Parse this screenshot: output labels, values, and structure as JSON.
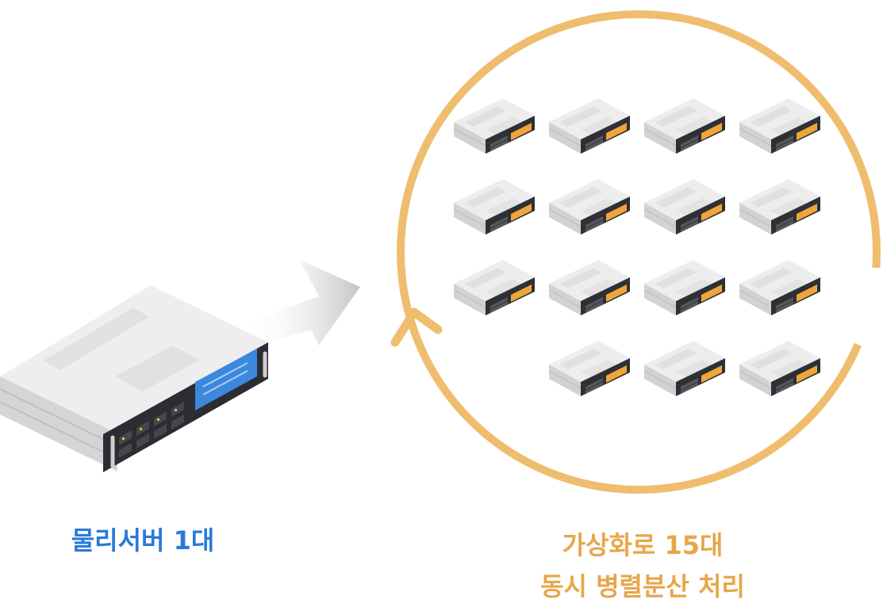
{
  "physical": {
    "caption": "물리서버 1대",
    "server_count": 1,
    "caption_color": "#2a7ad9"
  },
  "virtual": {
    "caption_line1": "가상화로 15대",
    "caption_line2": "동시 병렬분산 처리",
    "server_count": 15,
    "caption_color": "#e8a64a",
    "cycle_color": "#efbd6e",
    "panel_color": "#f0a53a"
  },
  "colors": {
    "server_top": "#eeeeee",
    "server_side": "#d4d4d4",
    "server_front": "#2c2e34",
    "screen": "#3c88dd",
    "arrow": "#c8c8c8"
  },
  "icons": {
    "physical_server": "rack-server-icon",
    "virtual_server": "virtual-server-icon",
    "transfer_arrow": "arrow-right-icon",
    "cycle": "circular-arrow-icon"
  }
}
